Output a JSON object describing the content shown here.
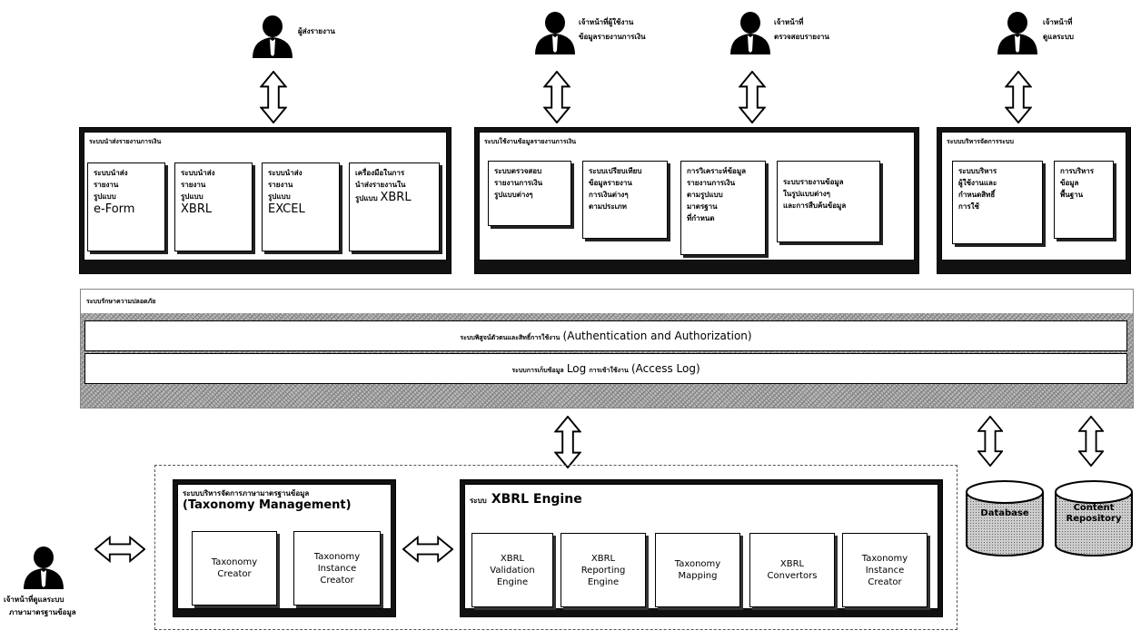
{
  "actors": {
    "a1": "ผู้ส่งรายงาน",
    "a2": [
      "เจ้าหน้าที่ผู้ใช้งาน",
      "ข้อมูลรายงานการเงิน"
    ],
    "a3": [
      "เจ้าหน้าที่",
      "ตรวจสอบรายงาน"
    ],
    "a4": [
      "เจ้าหน้าที่",
      "ดูแลระบบ"
    ],
    "a5": [
      "เจ้าหน้าที่ดูแลระบบ",
      "ภาษามาตรฐานข้อมูล"
    ]
  },
  "panel1": {
    "title": "ระบบนำส่งรายงานการเงิน",
    "cards": [
      {
        "l1": "ระบบนำส่ง",
        "l2": "รายงาน",
        "l3": "รูปแบบ",
        "big": "e-Form"
      },
      {
        "l1": "ระบบนำส่ง",
        "l2": "รายงาน",
        "l3": "รูปแบบ",
        "big": "XBRL"
      },
      {
        "l1": "ระบบนำส่ง",
        "l2": "รายงาน",
        "l3": "รูปแบบ",
        "big": "EXCEL"
      },
      {
        "l1": "เครื่องมือในการ",
        "l2": "นำส่งรายงานใน",
        "l3": "รูปแบบ",
        "big": "XBRL"
      }
    ]
  },
  "panel2": {
    "title": "ระบบใช้งานข้อมูลรายงานการเงิน",
    "cards": [
      [
        "ระบบตรวจสอบ",
        "รายงานการเงิน",
        "รูปแบบต่างๆ"
      ],
      [
        "ระบบเปรียบเทียบ",
        "ข้อมูลรายงาน",
        "การเงินต่างๆ",
        "ตามประเภท"
      ],
      [
        "การวิเคราะห์ข้อมูล",
        "รายงานการเงิน",
        "ตามรูปแบบ",
        "มาตรฐาน",
        "ที่กำหนด"
      ],
      [
        "ระบบรายงานข้อมูล",
        "ในรูปแบบต่างๆ",
        "และการสืบค้นข้อมูล"
      ]
    ]
  },
  "panel3": {
    "title": "ระบบบริหารจัดการระบบ",
    "cards": [
      [
        "ระบบบริหาร",
        "ผู้ใช้งานและ",
        "กำหนดสิทธิ์",
        "การใช้"
      ],
      [
        "การบริหาร",
        "ข้อมูล",
        "พื้นฐาน"
      ]
    ]
  },
  "security": {
    "title": "ระบบรักษาความปลอดภัย",
    "row1_thai": "ระบบพิสูจน์ตัวตนและสิทธิ์การใช้งาน",
    "row1_en": "(Authentication and Authorization)",
    "row2_thai_a": "ระบบการเก็บข้อมูล",
    "row2_log": "Log",
    "row2_thai_b": "การเข้าใช้งาน",
    "row2_en": "(Access Log)"
  },
  "taxonomy": {
    "title_thai": "ระบบบริหารจัดการภาษามาตรฐานข้อมูล",
    "title_en": "(Taxonomy Management)",
    "boxes": [
      [
        "Taxonomy",
        "Creator"
      ],
      [
        "Taxonomy",
        "Instance",
        "Creator"
      ]
    ]
  },
  "engine": {
    "title_thai": "ระบบ",
    "title_en": "XBRL Engine",
    "boxes": [
      [
        "XBRL",
        "Validation",
        "Engine"
      ],
      [
        "XBRL",
        "Reporting",
        "Engine"
      ],
      [
        "Taxonomy",
        "Mapping"
      ],
      [
        "XBRL",
        "Convertors"
      ],
      [
        "Taxonomy",
        "Instance",
        "Creator"
      ]
    ]
  },
  "databases": [
    [
      "Database"
    ],
    [
      "Content",
      "Repository"
    ]
  ]
}
